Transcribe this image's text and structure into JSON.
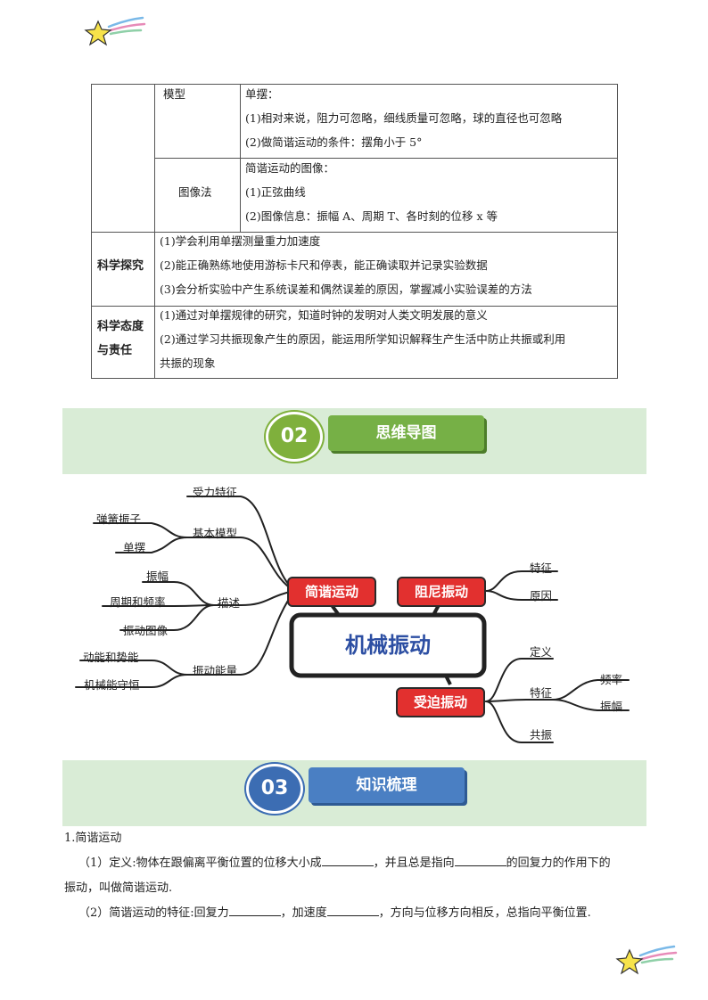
{
  "table": {
    "row1": {
      "sub_label": "模型",
      "lines": [
        "单摆：",
        "(1)相对来说，阻力可忽略，细线质量可忽略，球的直径也可忽略",
        "(2)做简谐运动的条件：摆角小于 5°"
      ]
    },
    "row2": {
      "sub_label": "图像法",
      "lines": [
        "简谐运动的图像：",
        "(1)正弦曲线",
        "(2)图像信息：振幅 A、周期 T、各时刻的位移 x 等"
      ]
    },
    "row3": {
      "label": "科学探究",
      "lines": [
        "(1)学会利用单摆测量重力加速度",
        "(2)能正确熟练地使用游标卡尺和停表，能正确读取并记录实验数据",
        "(3)会分析实验中产生系统误差和偶然误差的原因，掌握减小实验误差的方法"
      ]
    },
    "row4": {
      "label_line1": "科学态度",
      "label_line2": "与责任",
      "lines": [
        "(1)通过对单摆规律的研究，知道时钟的发明对人类文明发展的意义",
        "(2)通过学习共振现象产生的原因，能运用所学知识解释生产生活中防止共振或利用",
        "共振的现象"
      ]
    }
  },
  "section2": {
    "number": "02",
    "title": "思维导图",
    "number_color": "#7fb03c",
    "title_color": "#76b046"
  },
  "section3": {
    "number": "03",
    "title": "知识梳理",
    "number_color": "#3c6db3",
    "title_color": "#4a7fc3"
  },
  "mindmap": {
    "center": "机械振动",
    "nodes": {
      "shm": "简谐运动",
      "damped": "阻尼振动",
      "forced": "受迫振动"
    },
    "shm_branches": {
      "force_feature": "受力特征",
      "basic_model": "基本模型",
      "spring": "弹簧振子",
      "pendulum": "单摆",
      "describe": "描述",
      "amplitude": "振幅",
      "period_freq": "周期和频率",
      "graph": "振动图像",
      "energy": "振动能量",
      "ke_pe": "动能和势能",
      "conservation": "机械能守恒"
    },
    "damped_branches": {
      "feature": "特征",
      "cause": "原因"
    },
    "forced_branches": {
      "definition": "定义",
      "feature": "特征",
      "frequency": "频率",
      "amplitude": "振幅",
      "resonance": "共振"
    },
    "red": "#e2302f"
  },
  "content": {
    "heading": "1.简谐运动",
    "p1_a": "（1）定义:物体在跟偏离平衡位置的位移大小成",
    "p1_b": "，并且总是指向",
    "p1_c": "的回复力的作用下的",
    "p1_d": "振动，叫做简谐运动.",
    "p2_a": "（2）简谐运动的特征:回复力",
    "p2_b": "，加速度",
    "p2_c": "，方向与位移方向相反，总指向平衡位置."
  }
}
